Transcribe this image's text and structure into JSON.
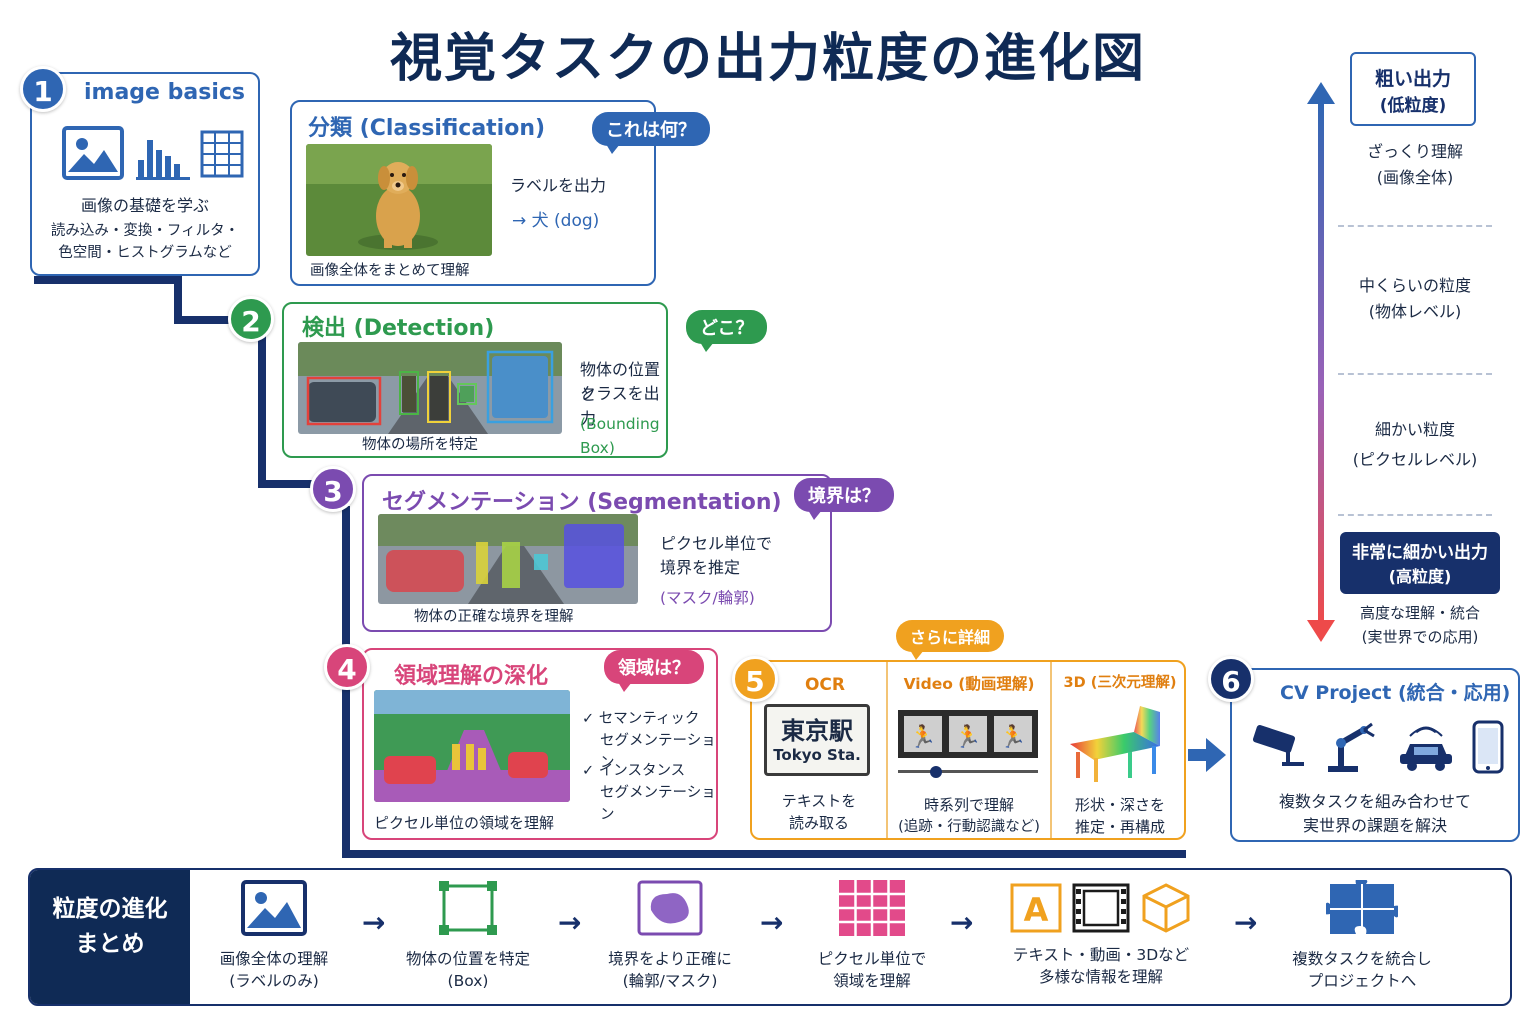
{
  "title": "視覚タスクの出力粒度の進化図",
  "stage1": {
    "num": "1",
    "title": "image basics",
    "line1": "画像の基礎を学ぶ",
    "line2": "読み込み・変換・フィルタ・",
    "line3": "色空間・ヒストグラムなど"
  },
  "stage2": {
    "title": "分類 (Classification)",
    "bubble": "これは何？",
    "desc1": "ラベルを出力",
    "desc2": "→ 犬 (dog)",
    "caption": "画像全体をまとめて理解"
  },
  "stage3": {
    "num": "2",
    "title": "検出 (Detection)",
    "bubble": "どこ？",
    "desc1": "物体の位置と",
    "desc2": "クラスを出力",
    "desc3": "(Bounding Box)",
    "caption": "物体の場所を特定"
  },
  "stage4": {
    "num": "3",
    "title": "セグメンテーション (Segmentation)",
    "bubble": "境界は？",
    "desc1": "ピクセル単位で",
    "desc2": "境界を推定",
    "desc3": "(マスク/輪郭)",
    "caption": "物体の正確な境界を理解"
  },
  "stage5": {
    "num": "4",
    "title": "領域理解の深化",
    "bubble": "領域は？",
    "check1a": "✓ セマンティック",
    "check1b": "セグメンテーション",
    "check2a": "✓ インスタンス",
    "check2b": "セグメンテーション",
    "caption": "ピクセル単位の領域を理解"
  },
  "stage6": {
    "num": "5",
    "bubble": "さらに詳細",
    "ocr": {
      "title": "OCR",
      "sign1": "東京駅",
      "sign2": "Tokyo Sta.",
      "cap1": "テキストを",
      "cap2": "読み取る"
    },
    "video": {
      "title": "Video (動画理解)",
      "cap1": "時系列で理解",
      "cap2": "(追跡・行動認識など)"
    },
    "threed": {
      "title": "3D (三次元理解)",
      "cap1": "形状・深さを",
      "cap2": "推定・再構成"
    }
  },
  "stage7": {
    "num": "6",
    "title": "CV Project (統合・応用)",
    "cap1": "複数タスクを組み合わせて",
    "cap2": "実世界の課題を解決"
  },
  "scale": {
    "top_box1": "粗い出力",
    "top_box2": "(低粒度)",
    "l1a": "ざっくり理解",
    "l1b": "(画像全体)",
    "l2a": "中くらいの粒度",
    "l2b": "(物体レベル)",
    "l3a": "細かい粒度",
    "l3b": "(ピクセルレベル)",
    "bottom_box1": "非常に細かい出力",
    "bottom_box2": "(高粒度)",
    "l4a": "高度な理解・統合",
    "l4b": "(実世界での応用)"
  },
  "summary": {
    "head1": "粒度の進化",
    "head2": "まとめ",
    "steps": [
      {
        "a": "画像全体の理解",
        "b": "(ラベルのみ)"
      },
      {
        "a": "物体の位置を特定",
        "b": "(Box)"
      },
      {
        "a": "境界をより正確に",
        "b": "(輪郭/マスク)"
      },
      {
        "a": "ピクセル単位で",
        "b": "領域を理解"
      },
      {
        "a": "テキスト・動画・3Dなど",
        "b": "多様な情報を理解"
      },
      {
        "a": "複数タスクを統合し",
        "b": "プロジェクトへ"
      }
    ]
  },
  "colors": {
    "navy": "#17306b",
    "blue": "#2f66b3",
    "green": "#2e9a4f",
    "purple": "#7b4bb0",
    "pink": "#d8457a",
    "orange": "#f0a11f"
  },
  "icons": [
    "image-icon",
    "bar-chart-icon",
    "grid-icon",
    "box-icon",
    "blob-icon",
    "pixel-grid-icon",
    "text-a-icon",
    "film-icon",
    "cube-icon",
    "puzzle-icon",
    "camera-icon",
    "robot-arm-icon",
    "car-icon",
    "phone-icon"
  ]
}
